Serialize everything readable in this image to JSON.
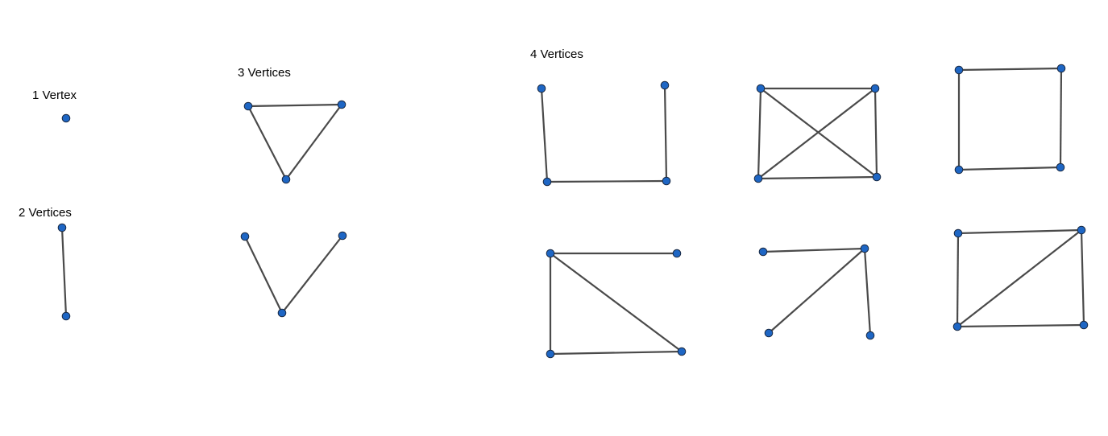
{
  "labels": {
    "one": "1 Vertex",
    "two": "2 Vertices",
    "three": "3 Vertices",
    "four": "4 Vertices"
  },
  "colors": {
    "edge": "#4a4a4a",
    "vertex_fill": "#1e66c4",
    "vertex_stroke": "#1a2a44"
  },
  "graphs": [
    {
      "name": "graph-1-vertex",
      "vertices": 1,
      "edges": []
    },
    {
      "name": "graph-2-vertices",
      "vertices": 2,
      "edges": [
        [
          0,
          1
        ]
      ]
    },
    {
      "name": "graph-3-vertices-triangle",
      "vertices": 3,
      "edges": [
        [
          0,
          1
        ],
        [
          1,
          2
        ],
        [
          2,
          0
        ]
      ]
    },
    {
      "name": "graph-3-vertices-path",
      "vertices": 3,
      "edges": [
        [
          0,
          2
        ],
        [
          2,
          1
        ]
      ]
    },
    {
      "name": "graph-4-vertices-path",
      "vertices": 4,
      "edges": [
        [
          0,
          2
        ],
        [
          2,
          3
        ],
        [
          3,
          1
        ]
      ]
    },
    {
      "name": "graph-4-vertices-complete",
      "vertices": 4,
      "edges": [
        [
          0,
          1
        ],
        [
          1,
          3
        ],
        [
          3,
          2
        ],
        [
          2,
          0
        ],
        [
          0,
          3
        ],
        [
          1,
          2
        ]
      ]
    },
    {
      "name": "graph-4-vertices-cycle",
      "vertices": 4,
      "edges": [
        [
          0,
          1
        ],
        [
          1,
          3
        ],
        [
          3,
          2
        ],
        [
          2,
          0
        ]
      ]
    },
    {
      "name": "graph-4-vertices-triangle-pendant",
      "vertices": 4,
      "edges": [
        [
          0,
          1
        ],
        [
          0,
          2
        ],
        [
          2,
          3
        ],
        [
          0,
          3
        ]
      ]
    },
    {
      "name": "graph-4-vertices-star",
      "vertices": 4,
      "edges": [
        [
          0,
          1
        ],
        [
          1,
          2
        ],
        [
          1,
          3
        ]
      ]
    },
    {
      "name": "graph-4-vertices-cycle-chord",
      "vertices": 4,
      "edges": [
        [
          0,
          1
        ],
        [
          1,
          3
        ],
        [
          3,
          2
        ],
        [
          2,
          0
        ],
        [
          2,
          1
        ]
      ]
    }
  ]
}
